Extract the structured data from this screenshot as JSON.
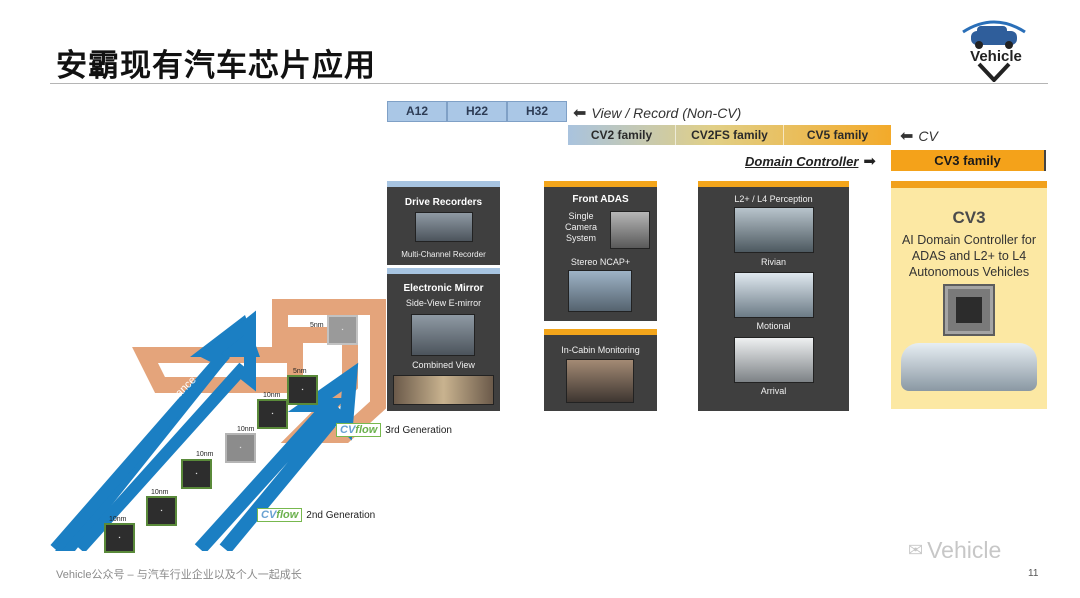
{
  "title": "安霸现有汽车芯片应用",
  "logo": {
    "text": "Vehicle",
    "accent": "#d0021b"
  },
  "non_cv_chips": [
    "A12",
    "H22",
    "H32"
  ],
  "non_cv_label": "View / Record (Non-CV)",
  "cv_families": [
    "CV2 family",
    "CV2FS family",
    "CV5 family"
  ],
  "cv_label": "CV",
  "domain_controller_label": "Domain Controller",
  "cv3_chip": "CV3 family",
  "panels": {
    "drive_recorders": {
      "title": "Drive Recorders",
      "caption": "Multi-Channel Recorder"
    },
    "electronic_mirror": {
      "title": "Electronic Mirror",
      "subtitle": "Side-View E-mirror",
      "caption": "Combined View"
    },
    "front_adas": {
      "title": "Front ADAS",
      "single_camera": "Single\nCamera\nSystem",
      "stereo": "Stereo NCAP+"
    },
    "in_cabin": {
      "title": "In-Cabin Monitoring"
    },
    "perception": {
      "title": "L2+ / L4 Perception",
      "items": [
        "Rivian",
        "Motional",
        "Arrival"
      ]
    },
    "cv3": {
      "title": "CV3",
      "desc": "AI Domain Controller for ADAS and L2+ to L4 Autonomous Vehicles"
    }
  },
  "performance_label": "Performance",
  "generations": {
    "third": "3rd Generation",
    "second": "2nd Generation",
    "brand_cv": "CV",
    "brand_flow": "flow"
  },
  "process_nodes": [
    "10nm",
    "10nm",
    "10nm",
    "10nm",
    "10nm",
    "5nm",
    "5nm"
  ],
  "footer": "Vehicle公众号 – 与汽车行业企业以及个人一起成长",
  "page_number": "11",
  "watermark": "Vehicle",
  "colors": {
    "blue_arrow": "#1b7fc3",
    "tan_arrow": "#e4a47b",
    "orange": "#f3a51b",
    "light_blue": "#aac7e6",
    "panel_dark": "#3f3f3f",
    "cv3_bg": "#fce8a3"
  }
}
